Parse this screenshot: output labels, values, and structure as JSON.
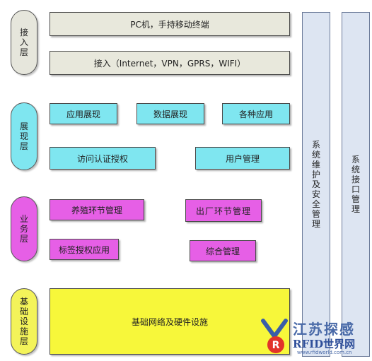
{
  "layers": [
    {
      "label": "接入层"
    },
    {
      "label": "展现层"
    },
    {
      "label": "业务层"
    },
    {
      "label": "基础设施层"
    }
  ],
  "boxes": {
    "terminal": "PC机，手持移动终端",
    "access": "接入（Internet，VPN，GPRS，WIFI）",
    "app_show": "应用展现",
    "data_show": "数据展现",
    "various_apps": "各种应用",
    "auth": "访问认证授权",
    "user_mgmt": "用户管理",
    "breeding": "养殖环节管理",
    "factory": "出厂环节管理",
    "tag_auth": "标签授权应用",
    "integrated": "综合管理",
    "infra": "基础网络及硬件设施"
  },
  "side": {
    "maintenance": "系统维护及安全管理",
    "interface": "系统接口管理"
  },
  "watermark": {
    "line1": "江苏探感",
    "line2": "RFID世界网",
    "url": "www.rfidworld.com.cn"
  },
  "colors": {
    "gray": "#e8e8dc",
    "cyan": "#7fe6f0",
    "magenta": "#e65fe6",
    "yellow": "#f7f73a"
  }
}
